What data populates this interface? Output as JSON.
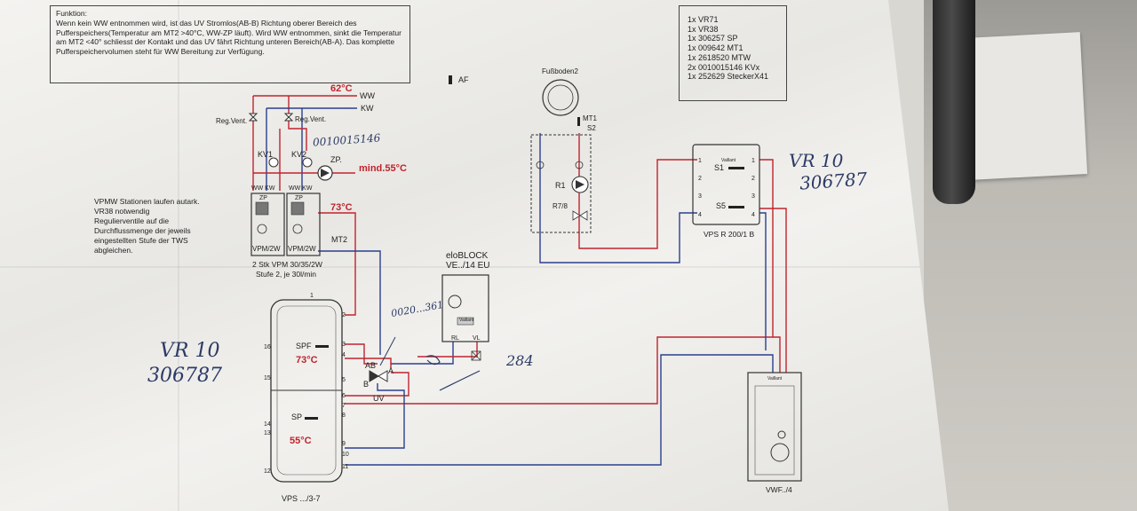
{
  "function_box": {
    "title": "Funktion:",
    "text": "Wenn kein WW entnommen wird, ist das UV Stromlos(AB-B) Richtung oberer Bereich des Pufferspeichers(Temperatur am MT2 >40°C, WW-ZP läuft). Wird WW entnommen, sinkt die Temperatur am MT2 <40° schliesst der Kontakt und das UV fährt Richtung unteren Bereich(AB-A). Das komplette Pufferspeichervolumen steht für WW Bereitung zur Verfügung."
  },
  "parts_list": [
    "1x VR71",
    "1x VR38",
    "1x 306257 SP",
    "1x 009642 MT1",
    "1x 2618520 MTW",
    "2x 0010015146 KVx",
    "1x 252629 SteckerX41"
  ],
  "note_lines": [
    "VPMW Stationen laufen autark.",
    "VR38 notwendig",
    "Regulierventile auf die",
    "Durchflussmenge der jeweils",
    "eingestellten Stufe der TWS",
    "abgleichen."
  ],
  "labels": {
    "af": "AF",
    "temp_62": "62°C",
    "ww": "WW",
    "kw": "KW",
    "reg_vent_left": "Reg.Vent.",
    "reg_vent_right": "Reg.Vent.",
    "kv1": "KV1",
    "kv2": "KV2",
    "zp": "ZP.",
    "mind55": "mind.55°C",
    "ww_kw_zp_1": "WW KW",
    "ww_kw_zp_2": "WW KW",
    "zp_small_1": "ZP",
    "zp_small_2": "ZP",
    "vpm1": "VPM/2W",
    "vpm2": "VPM/2W",
    "temp_73_top": "73°C",
    "mt2": "MT2",
    "vpm_caption_1": "2 Stk VPM 30/35/2W",
    "vpm_caption_2": "Stufe 2, je 30l/min",
    "spf": "SPF",
    "temp_73_tank": "73°C",
    "sp": "SP",
    "temp_55": "55°C",
    "vps_tank": "VPS .../3-7",
    "ab": "AB",
    "a": "A",
    "b": "B",
    "uv": "UV",
    "eloblock_1": "eloBLOCK",
    "eloblock_2": "VE../14 EU",
    "rl": "RL",
    "vl": "VL",
    "fussboden": "Fußboden2",
    "mt1": "MT1",
    "s2": "S2",
    "r1": "R1",
    "r78": "R7/8",
    "s1": "S1",
    "s5": "S5",
    "vps_r": "VPS R 200/1 B",
    "vwf": "VWF../4",
    "vaillant_1": "Vaillant",
    "vaillant_2": "Vaillant",
    "vaillant_3": "Vaillant"
  },
  "tank_ports": [
    "1",
    "2",
    "3",
    "4",
    "5",
    "6",
    "7",
    "8",
    "9",
    "10",
    "11",
    "12",
    "13",
    "14",
    "15",
    "16"
  ],
  "vps_r_ports_left": [
    "1",
    "2",
    "3",
    "4"
  ],
  "vps_r_ports_right": [
    "1",
    "2",
    "3",
    "4"
  ],
  "handwriting": {
    "kv_number": "0010015146",
    "uv_number": "0020...361",
    "vr10_left_1": "VR 10",
    "vr10_left_2": "306787",
    "vr10_right_1": "VR 10",
    "vr10_right_2": "306787",
    "note_284": "284"
  }
}
